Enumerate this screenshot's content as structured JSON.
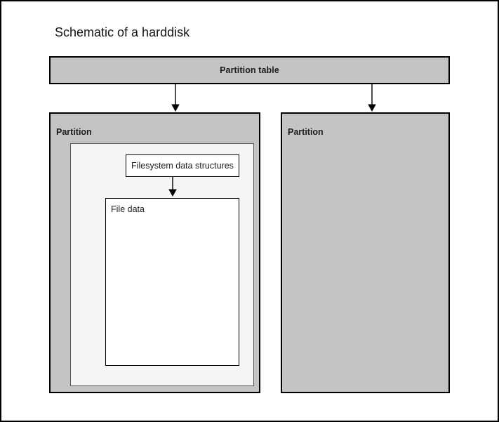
{
  "page": {
    "title": "Schematic of a harddisk"
  },
  "nodes": {
    "partition_table": {
      "label": "Partition table"
    },
    "partition_left": {
      "label": "Partition"
    },
    "partition_right": {
      "label": "Partition"
    },
    "filesystem_structures": {
      "label": "Filesystem data structures"
    },
    "file_data": {
      "label": "File data"
    }
  },
  "arrows": [
    "partition-table-to-left-partition",
    "partition-table-to-right-partition",
    "filesystem-structures-to-file-data"
  ],
  "colors": {
    "background": "#ffffff",
    "outer_border": "#000000",
    "partition_fill": "#c4c4c4",
    "partition_border": "#000000",
    "inner_container_fill": "#f5f5f5",
    "inner_container_border": "#585858",
    "leaf_box_fill": "#ffffff",
    "leaf_box_border": "#000000",
    "text": "#1d1d1d",
    "arrow": "#000000"
  }
}
